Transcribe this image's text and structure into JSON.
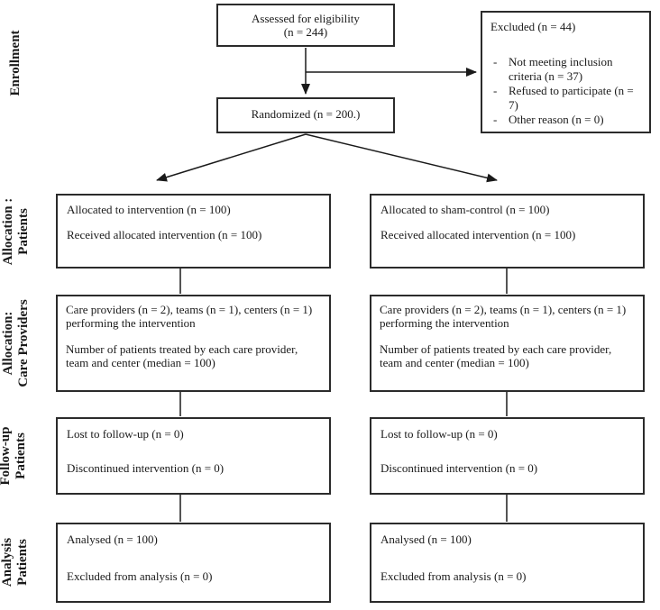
{
  "diagram": {
    "type": "consort-flow",
    "colors": {
      "border": "#2b2b2b",
      "text": "#1a1a1a",
      "background": "#ffffff",
      "line": "#1a1a1a"
    },
    "stage_labels": {
      "enrollment": {
        "line1": "Enrollment"
      },
      "allocation_patients": {
        "line1": "Allocation :",
        "line2": "Patients"
      },
      "allocation_care_providers": {
        "line1": "Allocation:",
        "line2": "Care Providers"
      },
      "followup_patients": {
        "line1": "Follow-up",
        "line2": "Patients"
      },
      "analysis_patients": {
        "line1": "Analysis",
        "line2": "Patients"
      }
    },
    "boxes": {
      "assessed": {
        "line1": "Assessed for eligibility",
        "line2": "(n = 244)"
      },
      "excluded": {
        "title": "Excluded (n = 44)",
        "bullet": "-",
        "reasons": [
          "Not meeting inclusion criteria (n = 37)",
          "Refused to participate (n = 7)",
          "Other reason (n = 0)"
        ]
      },
      "randomized": {
        "label": "Randomized (n = 200.)"
      },
      "allocation_intervention": {
        "line1": "Allocated to intervention (n = 100)",
        "line2": "Received allocated intervention (n = 100)"
      },
      "allocation_sham_control": {
        "line1": "Allocated to sham-control (n = 100)",
        "line2": "Received allocated intervention (n = 100)"
      },
      "care_providers_left": {
        "line1": "Care providers (n = 2), teams (n = 1), centers (n = 1) performing the intervention",
        "line2": "Number of patients treated by each care provider, team and center (median = 100)"
      },
      "care_providers_right": {
        "line1": "Care providers (n = 2), teams (n = 1), centers (n = 1) performing the intervention",
        "line2": "Number of patients treated by each care provider, team and center (median = 100)"
      },
      "followup_left": {
        "line1": "Lost to follow-up (n = 0)",
        "line2": "Discontinued intervention (n = 0)"
      },
      "followup_right": {
        "line1": "Lost to follow-up (n = 0)",
        "line2": "Discontinued intervention (n = 0)"
      },
      "analysis_left": {
        "line1": "Analysed (n = 100)",
        "line2": "Excluded from analysis (n = 0)"
      },
      "analysis_right": {
        "line1": "Analysed (n = 100)",
        "line2": "Excluded from analysis (n = 0)"
      }
    }
  }
}
